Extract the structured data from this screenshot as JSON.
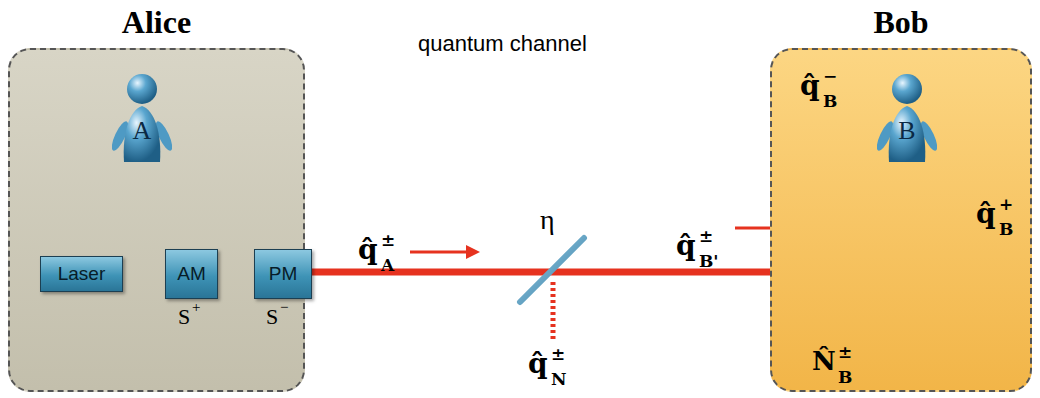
{
  "diagram": {
    "nodes": [
      {
        "text": [
          "Alice"
        ]
      },
      {
        "text": [
          "A"
        ],
        "in": 0
      },
      {
        "text": [
          "Laser"
        ],
        "in": 0
      },
      {
        "text": [
          "AM"
        ],
        "in": 0
      },
      {
        "text": [
          "PM"
        ],
        "in": 0
      },
      {
        "text": [
          "Bob"
        ]
      },
      {
        "text": [
          "B"
        ],
        "in": 5
      }
    ],
    "edges": [
      {
        "from": 2,
        "to": 3,
        "arrow": "none"
      },
      {
        "from": 3,
        "to": 4,
        "arrow": "none"
      }
    ],
    "labels": [
      "quantum channel",
      "η",
      "q̂",
      "±",
      "A",
      "q̂",
      "±",
      "N",
      "q̂",
      "±",
      "B'",
      "q̂",
      "−",
      "B",
      "q̂",
      "+",
      "B",
      "N̂",
      "±",
      "B",
      "S",
      "+",
      "S",
      "−"
    ]
  }
}
